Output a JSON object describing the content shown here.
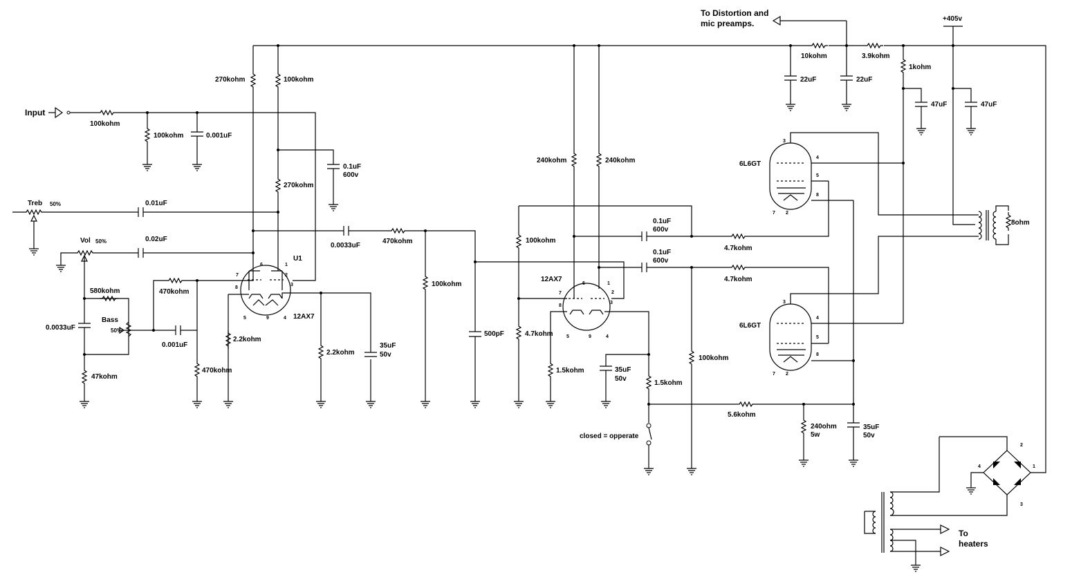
{
  "ports": {
    "input": "Input",
    "to_distortion_line1": "To Distortion and",
    "to_distortion_line2": "mic preamps.",
    "supply": "+405v",
    "to_heaters_line1": "To",
    "to_heaters_line2": "heaters"
  },
  "controls": {
    "treble": {
      "name": "Treb",
      "setting": "50%"
    },
    "volume": {
      "name": "Vol",
      "setting": "50%"
    },
    "bass": {
      "name": "Bass",
      "setting": "50%"
    }
  },
  "tubes": {
    "u1_ref": "U1",
    "u1_type": "12AX7",
    "pi_type": "12AX7",
    "power1": "6L6GT",
    "power2": "6L6GT"
  },
  "labels": {
    "r_in": "100kohm",
    "r_in_shunt": "100kohm",
    "c_in": "0.001uF",
    "r_plate_a": "270kohm",
    "r_plate_b": "100kohm",
    "r_dec": "270kohm",
    "c_dec": "0.1uF",
    "c_dec_v": "600v",
    "c_treb": "0.01uF",
    "c_vol": "0.02uF",
    "r_580": "580kohm",
    "r_470_a": "470kohm",
    "c_tone": "0.0033uF",
    "c_bass": "0.001uF",
    "r_47": "47kohm",
    "r_470_b": "470kohm",
    "r_cath_a": "2.2kohm",
    "r_cath_b": "2.2kohm",
    "c_cath": "35uF",
    "c_cath_v": "50v",
    "c_cpl": "0.0033uF",
    "r_470_c": "470kohm",
    "r_100_c": "100kohm",
    "c_500p": "500pF",
    "r_240_a": "240kohm",
    "r_240_b": "240kohm",
    "r_100_pi": "100kohm",
    "r_47_pi": "4.7kohm",
    "r_15_a": "1.5kohm",
    "c_pi": "35uF",
    "c_pi_v": "50v",
    "r_15_b": "1.5kohm",
    "switch": "closed = opperate",
    "c_out1": "0.1uF",
    "c_out1_v": "600v",
    "c_out2": "0.1uF",
    "c_out2_v": "600v",
    "r_grid1": "4.7kohm",
    "r_grid2": "4.7kohm",
    "r_100_bias": "100kohm",
    "r_56": "5.6kohm",
    "r_240ohm": "240ohm",
    "r_240ohm_w": "5w",
    "c_pwr_cath": "35uF",
    "c_pwr_cath_v": "50v",
    "r_10k": "10kohm",
    "r_39k": "3.9kohm",
    "r_1k": "1kohm",
    "c_22a": "22uF",
    "c_22b": "22uF",
    "c_47a": "47uF",
    "c_47b": "47uF",
    "load": "8ohm"
  },
  "pins": {
    "p1": "1",
    "p2": "2",
    "p3": "3",
    "p4": "4",
    "p5": "5",
    "p6": "6",
    "p7": "7",
    "p8": "8",
    "p9": "9"
  }
}
